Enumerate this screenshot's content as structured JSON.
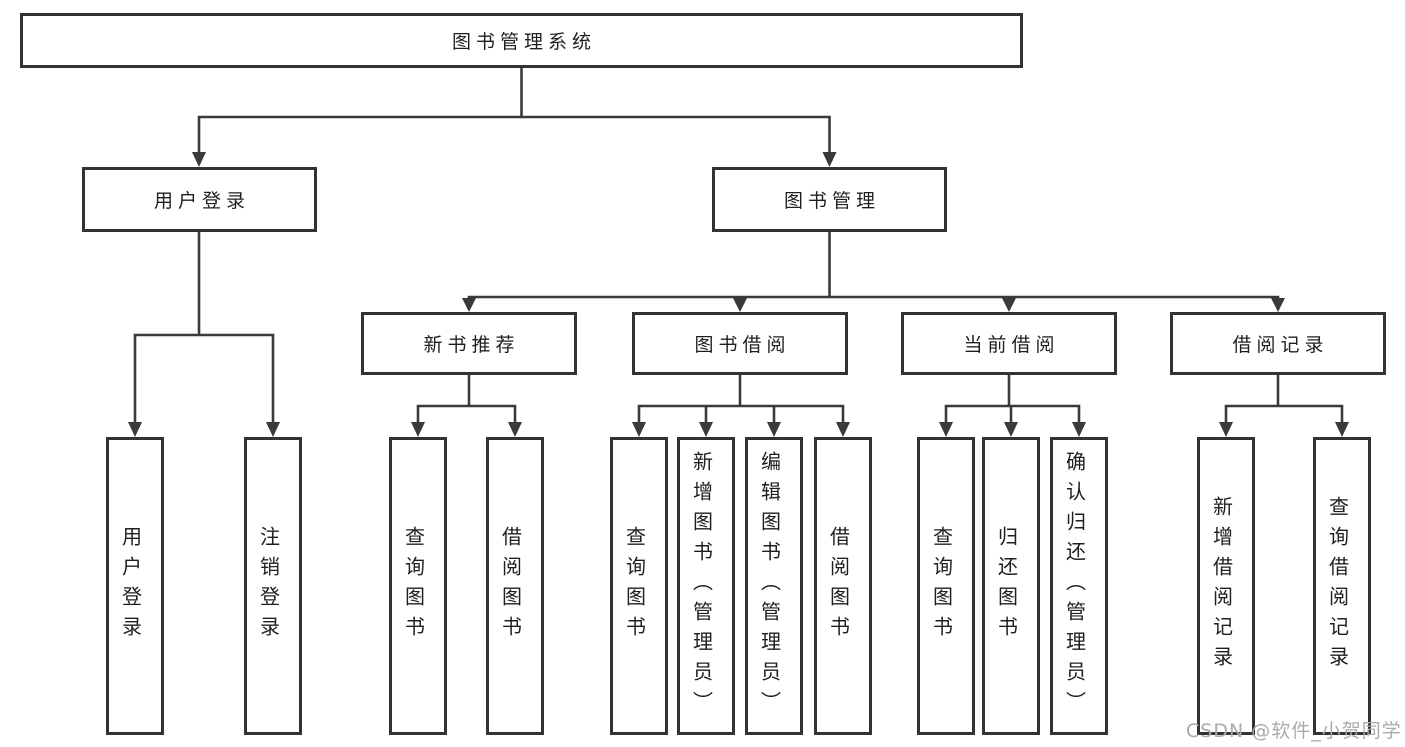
{
  "diagram_type": "hierarchy-tree",
  "tree": {
    "label": "图书管理系统",
    "children": [
      {
        "label": "用户登录",
        "children": [
          {
            "label": "用户登录"
          },
          {
            "label": "注销登录"
          }
        ]
      },
      {
        "label": "图书管理",
        "children": [
          {
            "label": "新书推荐",
            "children": [
              {
                "label": "查询图书"
              },
              {
                "label": "借阅图书"
              }
            ]
          },
          {
            "label": "图书借阅",
            "children": [
              {
                "label": "查询图书"
              },
              {
                "label": "新增图书（管理员）"
              },
              {
                "label": "编辑图书（管理员）"
              },
              {
                "label": "借阅图书"
              }
            ]
          },
          {
            "label": "当前借阅",
            "children": [
              {
                "label": "查询图书"
              },
              {
                "label": "归还图书"
              },
              {
                "label": "确认归还（管理员）"
              }
            ]
          },
          {
            "label": "借阅记录",
            "children": [
              {
                "label": "新增借阅记录"
              },
              {
                "label": "查询借阅记录"
              }
            ]
          }
        ]
      }
    ]
  },
  "watermark": {
    "text": "CSDN @软件_小贺同学"
  },
  "colors": {
    "line": "#3a3a3a",
    "border": "#333333",
    "text": "#1f1f1f",
    "watermark": "#ababab",
    "background": "#ffffff"
  }
}
